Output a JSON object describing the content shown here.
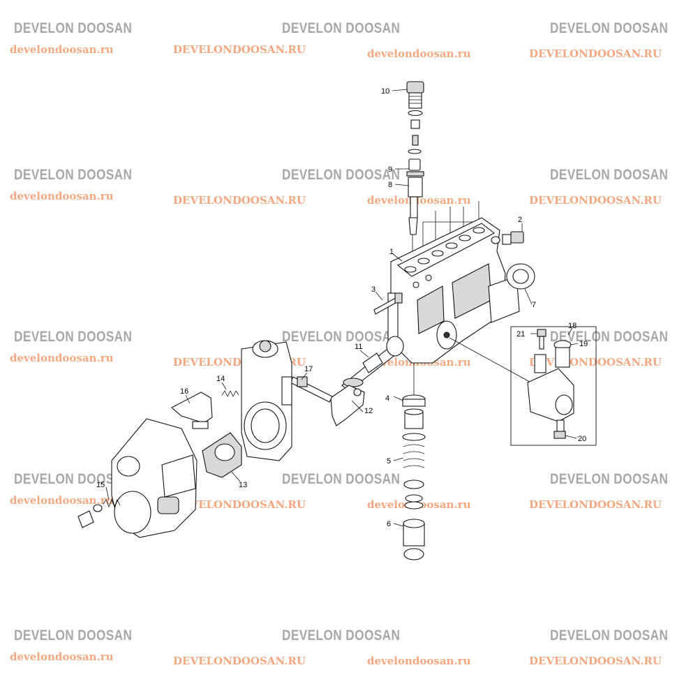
{
  "watermark": {
    "brand": "DEVELON DOOSAN",
    "url_lower": "develondoosan.ru",
    "url_upper": "DEVELONDOOSAN.RU",
    "brand_color": "#a7a7a7",
    "url_color": "#f4a77f"
  },
  "labels": {
    "p1": "1",
    "p2": "2",
    "p3": "3",
    "p4": "4",
    "p5": "5",
    "p6": "6",
    "p7": "7",
    "p8": "8",
    "p9": "9",
    "p10": "10",
    "p11": "11",
    "p12": "12",
    "p13": "13",
    "p14": "14",
    "p15": "15",
    "p16": "16",
    "p17": "17",
    "p18": "18",
    "p19": "19",
    "p20": "20",
    "p21": "21"
  }
}
